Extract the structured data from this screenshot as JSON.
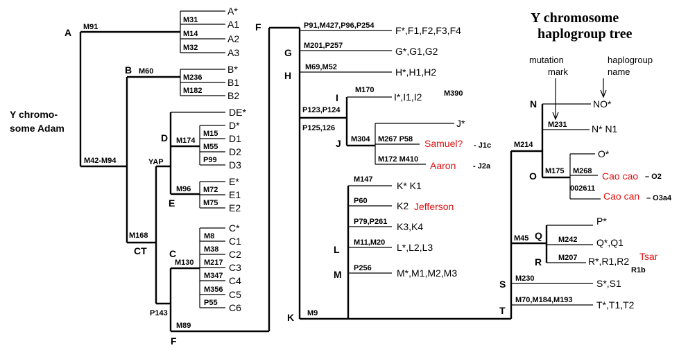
{
  "title_line1": "Y chromosome",
  "title_line2": "haplogroup tree",
  "legend": {
    "mutation_mark": [
      "mutation",
      "mark"
    ],
    "haplogroup_name": [
      "haplogroup",
      "name"
    ]
  },
  "root": [
    "Y chromo-",
    "some Adam"
  ],
  "nodes": {
    "A": "A",
    "B": "B",
    "CT": "CT",
    "YAP": "YAP",
    "D": "D",
    "E": "E",
    "C": "C",
    "F_bottom": "F",
    "F_top": "F",
    "G": "G",
    "H": "H",
    "I": "I",
    "J": "J",
    "K": "K",
    "L": "L",
    "M": "M",
    "N": "N",
    "O": "O",
    "Q": "Q",
    "R": "R",
    "S": "S",
    "T": "T"
  },
  "mutations": {
    "M91": "M91",
    "M31": "M31",
    "M14": "M14",
    "M32": "M32",
    "M60": "M60",
    "M236": "M236",
    "M182": "M182",
    "M42M94": "M42-M94",
    "M174": "M174",
    "M15": "M15",
    "M55": "M55",
    "P99": "P99",
    "M96": "M96",
    "M72": "M72",
    "M75": "M75",
    "M168": "M168",
    "M130": "M130",
    "M8": "M8",
    "M38": "M38",
    "M217": "M217",
    "M347": "M347",
    "M356": "M356",
    "P55": "P55",
    "P143": "P143",
    "M89": "M89",
    "F_mut": "P91,M427,P96,P254",
    "G_mut": "M201,P257",
    "H_mut": "M69,M52",
    "M170": "M170",
    "M390": "M390",
    "IJ_mut1": "P123,P124",
    "IJ_mut2": "P125,126",
    "M304": "M304",
    "M267": "M267 P58",
    "M172": "M172 M410",
    "M147": "M147",
    "P60": "P60",
    "P79": "P79,P261",
    "M11": "M11,M20",
    "P256": "P256",
    "M9": "M9",
    "M214": "M214",
    "M231": "M231",
    "M175": "M175",
    "M268": "M268",
    "s002611": "002611",
    "M45": "M45",
    "M242": "M242",
    "M207": "M207",
    "M230": "M230",
    "T_mut": "M70,M184,M193"
  },
  "tips": {
    "Astar": "A*",
    "A1": "A1",
    "A2": "A2",
    "A3": "A3",
    "Bstar": "B*",
    "B1": "B1",
    "B2": "B2",
    "DEstar": "DE*",
    "Dstar": "D*",
    "D1": "D1",
    "D2": "D2",
    "D3": "D3",
    "Estar": "E*",
    "E1": "E1",
    "E2": "E2",
    "Cstar": "C*",
    "C1": "C1",
    "C2": "C2",
    "C3": "C3",
    "C4": "C4",
    "C5": "C5",
    "C6": "C6",
    "F": "F*,F1,F2,F3,F4",
    "G": "G*,G1,G2",
    "H": "H*,H1,H2",
    "I": "I*,I1,I2",
    "Jstar": "J*",
    "J1c": "- J1c",
    "J2a": "- J2a",
    "K": "K* K1",
    "K2": "K2",
    "K3": "K3,K4",
    "L": "L*,L2,L3",
    "M": "M*,M1,M2,M3",
    "NO": "NO*",
    "N": "N* N1",
    "Ostar": "O*",
    "O2": "– O2",
    "O3a4": "– O3a4",
    "Pstar": "P*",
    "Q": "Q*,Q1",
    "R": "R*,R1,R2",
    "R1b": "R1b",
    "S": "S*,S1",
    "T": "T*,T1,T2"
  },
  "people": {
    "samuel": "Samuel?",
    "aaron": "Aaron",
    "jefferson": "Jefferson",
    "caocao": "Cao cao",
    "caocan": "Cao can",
    "tsar": "Tsar"
  },
  "colors": {
    "line": "#000000",
    "highlight": "#e01010"
  }
}
